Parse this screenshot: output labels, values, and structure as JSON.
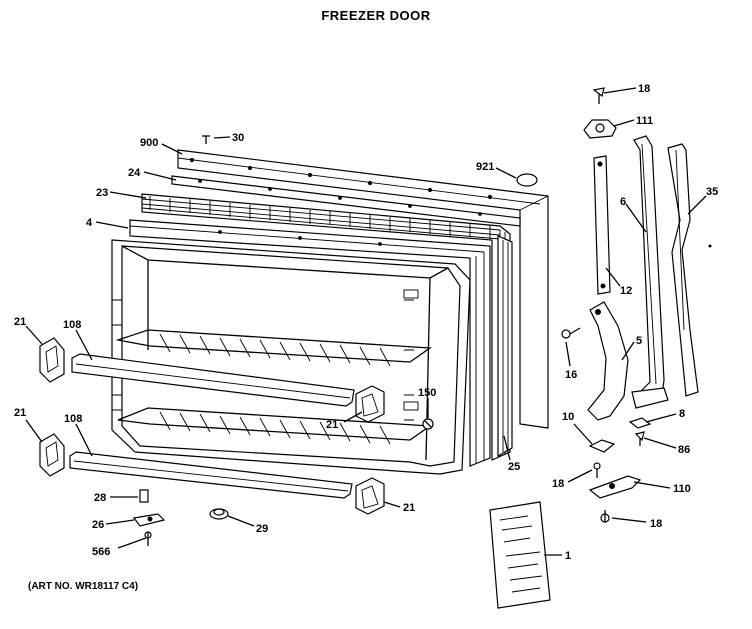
{
  "title": "FREEZER DOOR",
  "art_number": "(ART NO. WR18117 C4)",
  "callouts": {
    "c18a": "18",
    "c111": "111",
    "c900": "900",
    "c30": "30",
    "c921": "921",
    "c24": "24",
    "c23": "23",
    "c4": "4",
    "c6": "6",
    "c35": "35",
    "c12": "12",
    "c21a": "21",
    "c108a": "108",
    "c5": "5",
    "c16": "16",
    "c150": "150",
    "c21b": "21",
    "c10": "10",
    "c8": "8",
    "c86": "86",
    "c21c": "21",
    "c108b": "108",
    "c25": "25",
    "c18b": "18",
    "c110": "110",
    "c28": "28",
    "c21d": "21",
    "c26": "26",
    "c29": "29",
    "c18c": "18",
    "c566": "566",
    "c1": "1"
  }
}
